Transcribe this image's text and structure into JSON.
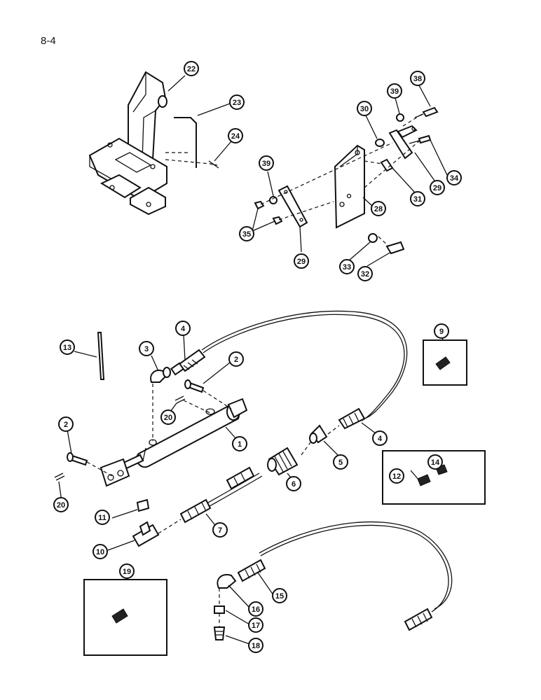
{
  "page_number": "8-4",
  "callouts": {
    "c22": "22",
    "c23": "23",
    "c24": "24",
    "c38": "38",
    "c39a": "39",
    "c30": "30",
    "c34": "34",
    "c29a": "29",
    "c31": "31",
    "c28": "28",
    "c39b": "39",
    "c35": "35",
    "c29b": "29",
    "c33": "33",
    "c32": "32",
    "c4a": "4",
    "c3": "3",
    "c2a": "2",
    "c13": "13",
    "c20a": "20",
    "c1": "1",
    "c2b": "2",
    "c20b": "20",
    "c9": "9",
    "c5": "5",
    "c4b": "4",
    "c6": "6",
    "c14": "14",
    "c12": "12",
    "c11": "11",
    "c7": "7",
    "c10": "10",
    "c19": "19",
    "c16": "16",
    "c15": "15",
    "c17": "17",
    "c18": "18"
  }
}
